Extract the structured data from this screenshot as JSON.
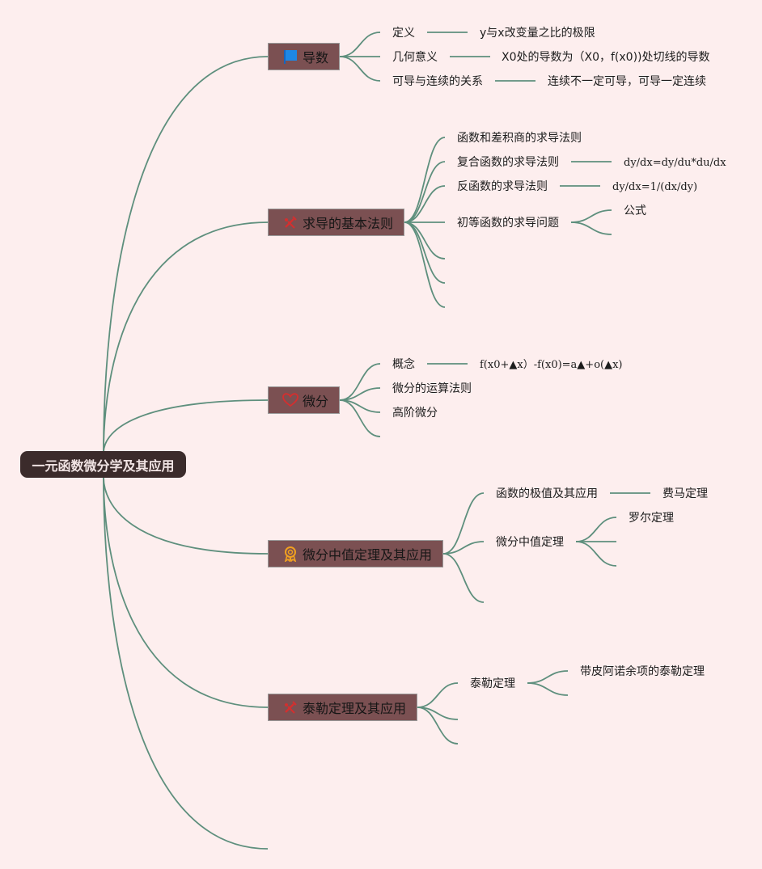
{
  "root": {
    "label": "一元函数微分学及其应用"
  },
  "branches": [
    {
      "label": "导数",
      "icon": "flag-icon",
      "items": [
        {
          "label": "定义",
          "detail": "y与x改变量之比的极限"
        },
        {
          "label": "几何意义",
          "detail": "X0处的导数为（X0，f(x0))处切线的导数"
        },
        {
          "label": "可导与连续的关系",
          "detail": "连续不一定可导，可导一定连续"
        }
      ]
    },
    {
      "label": "求导的基本法则",
      "icon": "tools-icon",
      "items": [
        {
          "label": "函数和差积商的求导法则"
        },
        {
          "label": "复合函数的求导法则",
          "detail": "dy/dx=dy/du*du/dx"
        },
        {
          "label": "反函数的求导法则",
          "detail": "dy/dx=1/(dx/dy)"
        },
        {
          "label": "初等函数的求导问题",
          "detail": "公式"
        }
      ]
    },
    {
      "label": "微分",
      "icon": "heart-icon",
      "items": [
        {
          "label": "概念",
          "detail": "f(x0+▲x）-f(x0)=a▲+o(▲x)"
        },
        {
          "label": "微分的运算法则"
        },
        {
          "label": "高阶微分"
        }
      ]
    },
    {
      "label": "微分中值定理及其应用",
      "icon": "award-icon",
      "items": [
        {
          "label": "函数的极值及其应用",
          "detail": "费马定理"
        },
        {
          "label": "微分中值定理",
          "detail": "罗尔定理"
        }
      ]
    },
    {
      "label": "泰勒定理及其应用",
      "icon": "tools-icon",
      "items": [
        {
          "label": "泰勒定理",
          "detail": "带皮阿诺余项的泰勒定理"
        }
      ]
    }
  ],
  "colors": {
    "background": "#fdeeee",
    "line": "#5e8f7d",
    "root_fill": "#3b2b2b",
    "branch_fill": "#7b5052",
    "flag_icon": "#1e88e5",
    "tools_icon": "#d32f2f",
    "heart_icon": "#d32f2f",
    "award_icon": "#f0a020"
  }
}
